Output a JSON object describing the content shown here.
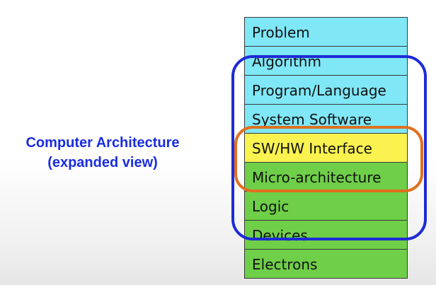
{
  "caption": {
    "line1": "Computer Architecture",
    "line2": "(expanded view)"
  },
  "layers": [
    {
      "label": "Problem",
      "color": "#7fe7f6"
    },
    {
      "label": "Algorithm",
      "color": "#7fe7f6"
    },
    {
      "label": "Program/Language",
      "color": "#7fe7f6"
    },
    {
      "label": "System Software",
      "color": "#7fe7f6"
    },
    {
      "label": "SW/HW Interface",
      "color": "#f9f24f"
    },
    {
      "label": "Micro-architecture",
      "color": "#6fcf48"
    },
    {
      "label": "Logic",
      "color": "#6fcf48"
    },
    {
      "label": "Devices",
      "color": "#6fcf48"
    },
    {
      "label": "Electrons",
      "color": "#6fcf48"
    }
  ],
  "highlights": {
    "blue_color": "#1e2bd6",
    "orange_color": "#e0701f"
  }
}
